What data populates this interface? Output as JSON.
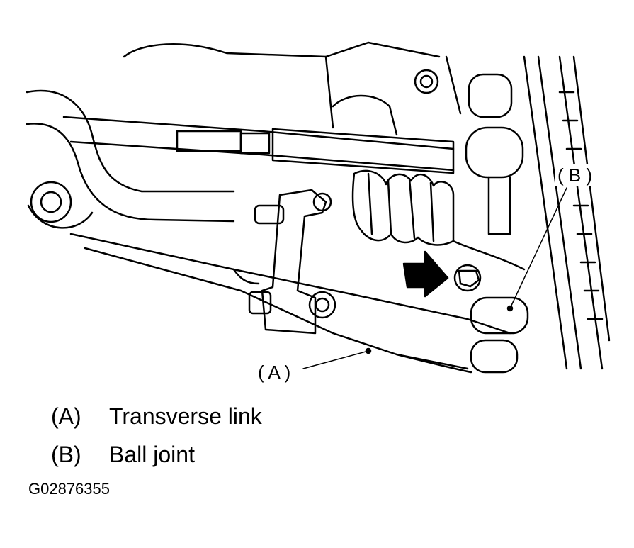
{
  "figure": {
    "callouts": {
      "a": "( A )",
      "b": "( B )"
    }
  },
  "legend": [
    {
      "key": "(A)",
      "text": "Transverse link"
    },
    {
      "key": "(B)",
      "text": "Ball joint"
    }
  ],
  "figure_id": "G02876355"
}
